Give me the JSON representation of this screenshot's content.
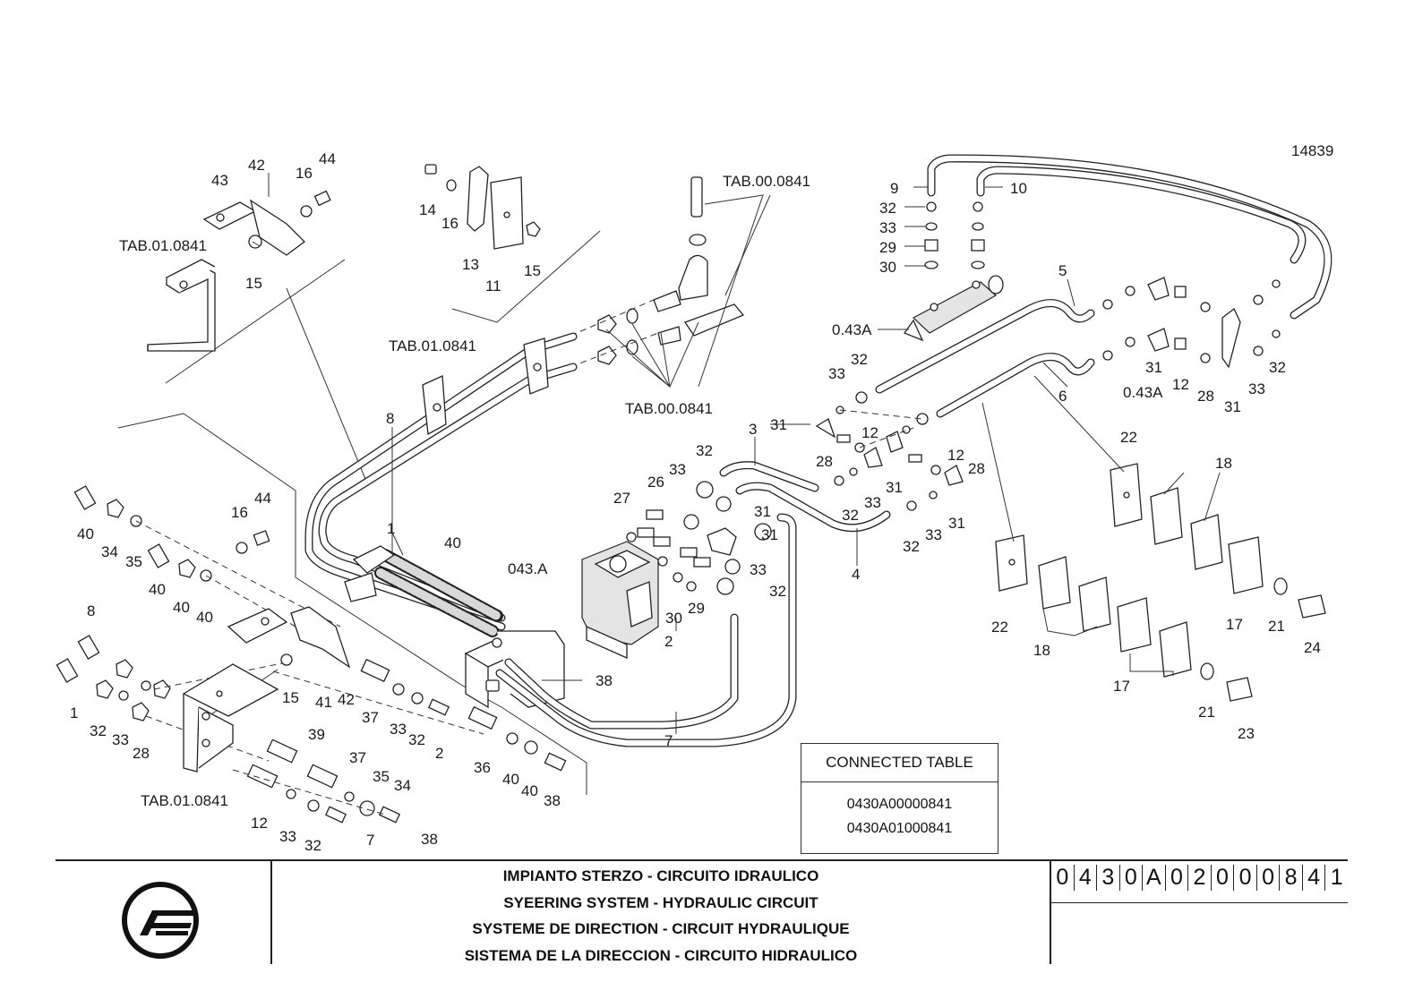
{
  "drawing_number": "14839",
  "references": {
    "tab00_top": "TAB.00.0841",
    "tab01_left": "TAB.01.0841",
    "tab01_mid": "TAB.01.0841",
    "tab00_mid": "TAB.00.0841",
    "tab01_bottom": "TAB.01.0841",
    "valve_a": "0.43A",
    "valve_b": "043.A"
  },
  "callouts": [
    "43",
    "42",
    "16",
    "44",
    "15",
    "14",
    "16",
    "13",
    "11",
    "15",
    "9",
    "10",
    "32",
    "33",
    "29",
    "30",
    "5",
    "6",
    "0.43A",
    "8",
    "1",
    "40",
    "16",
    "44",
    "40",
    "34",
    "35",
    "40",
    "40",
    "40",
    "8",
    "1",
    "32",
    "33",
    "28",
    "15",
    "41",
    "42",
    "37",
    "33",
    "32",
    "2",
    "39",
    "37",
    "35",
    "34",
    "12",
    "33",
    "32",
    "7",
    "38",
    "36",
    "40",
    "40",
    "38",
    "3",
    "32",
    "33",
    "26",
    "27",
    "31",
    "31",
    "33",
    "32",
    "30",
    "29",
    "2",
    "7",
    "38",
    "4",
    "31",
    "12",
    "28",
    "33",
    "31",
    "32",
    "12",
    "28",
    "33",
    "32",
    "31",
    "32",
    "33",
    "31",
    "12",
    "28",
    "31",
    "33",
    "32",
    "22",
    "18",
    "22",
    "18",
    "17",
    "17",
    "21",
    "24",
    "21",
    "23"
  ],
  "connected_table": {
    "title": "CONNECTED TABLE",
    "codes": [
      "0430A00000841",
      "0430A01000841"
    ]
  },
  "title_block": {
    "titles": [
      "IMPIANTO STERZO - CIRCUITO IDRAULICO",
      "SYEERING SYSTEM - HYDRAULIC CIRCUIT",
      "SYSTEME DE DIRECTION - CIRCUIT HYDRAULIQUE",
      "SISTEMA DE LA DIRECCION - CIRCUITO HIDRAULICO"
    ],
    "code_chars": [
      "0",
      "4",
      "3",
      "0",
      "A",
      "0",
      "2",
      "0",
      "0",
      "0",
      "8",
      "4",
      "1"
    ]
  }
}
